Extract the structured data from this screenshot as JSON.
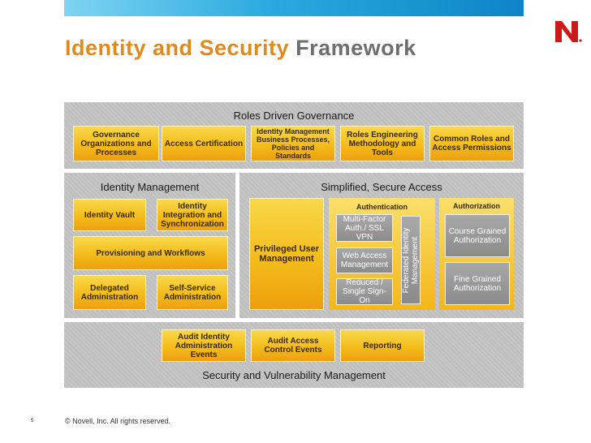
{
  "slide": {
    "title_part1": "Identity and Security",
    "title_part2": "Framework",
    "page_number": "5",
    "footer": "© Novell, Inc. All rights reserved."
  },
  "governance": {
    "label": "Roles Driven Governance",
    "items": [
      "Governance Organizations and Processes",
      "Access Certification",
      "Identity Management Business Processes, Policies and Standards",
      "Roles Engineering Methodology and Tools",
      "Common Roles and Access Permissions"
    ]
  },
  "identity_management": {
    "label": "Identity Management",
    "items": [
      "Identity Vault",
      "Identity Integration and Synchronization",
      "Provisioning and Workflows",
      "Delegated Administration",
      "Self-Service Administration"
    ]
  },
  "secure_access": {
    "label": "Simplified, Secure Access",
    "privileged": "Privileged User Management",
    "authentication": {
      "label": "Authentication",
      "items": [
        "Multi-Factor Auth./ SSL VPN",
        "Web Access Management",
        "Reduced / Single Sign-On"
      ],
      "federated": "Federated Identity Management"
    },
    "authorization": {
      "label": "Authorization",
      "items": [
        "Course Grained Authorization",
        "Fine Grained Authorization"
      ]
    }
  },
  "security": {
    "label": "Security and Vulnerability Management",
    "items": [
      "Audit Identity Administration Events",
      "Audit Access Control Events",
      "Reporting"
    ]
  },
  "colors": {
    "orange_title": "#e08a1e",
    "gray_title": "#6e6e6e",
    "logo_red": "#cc1a1a",
    "topbar": "#1e9bd7"
  }
}
